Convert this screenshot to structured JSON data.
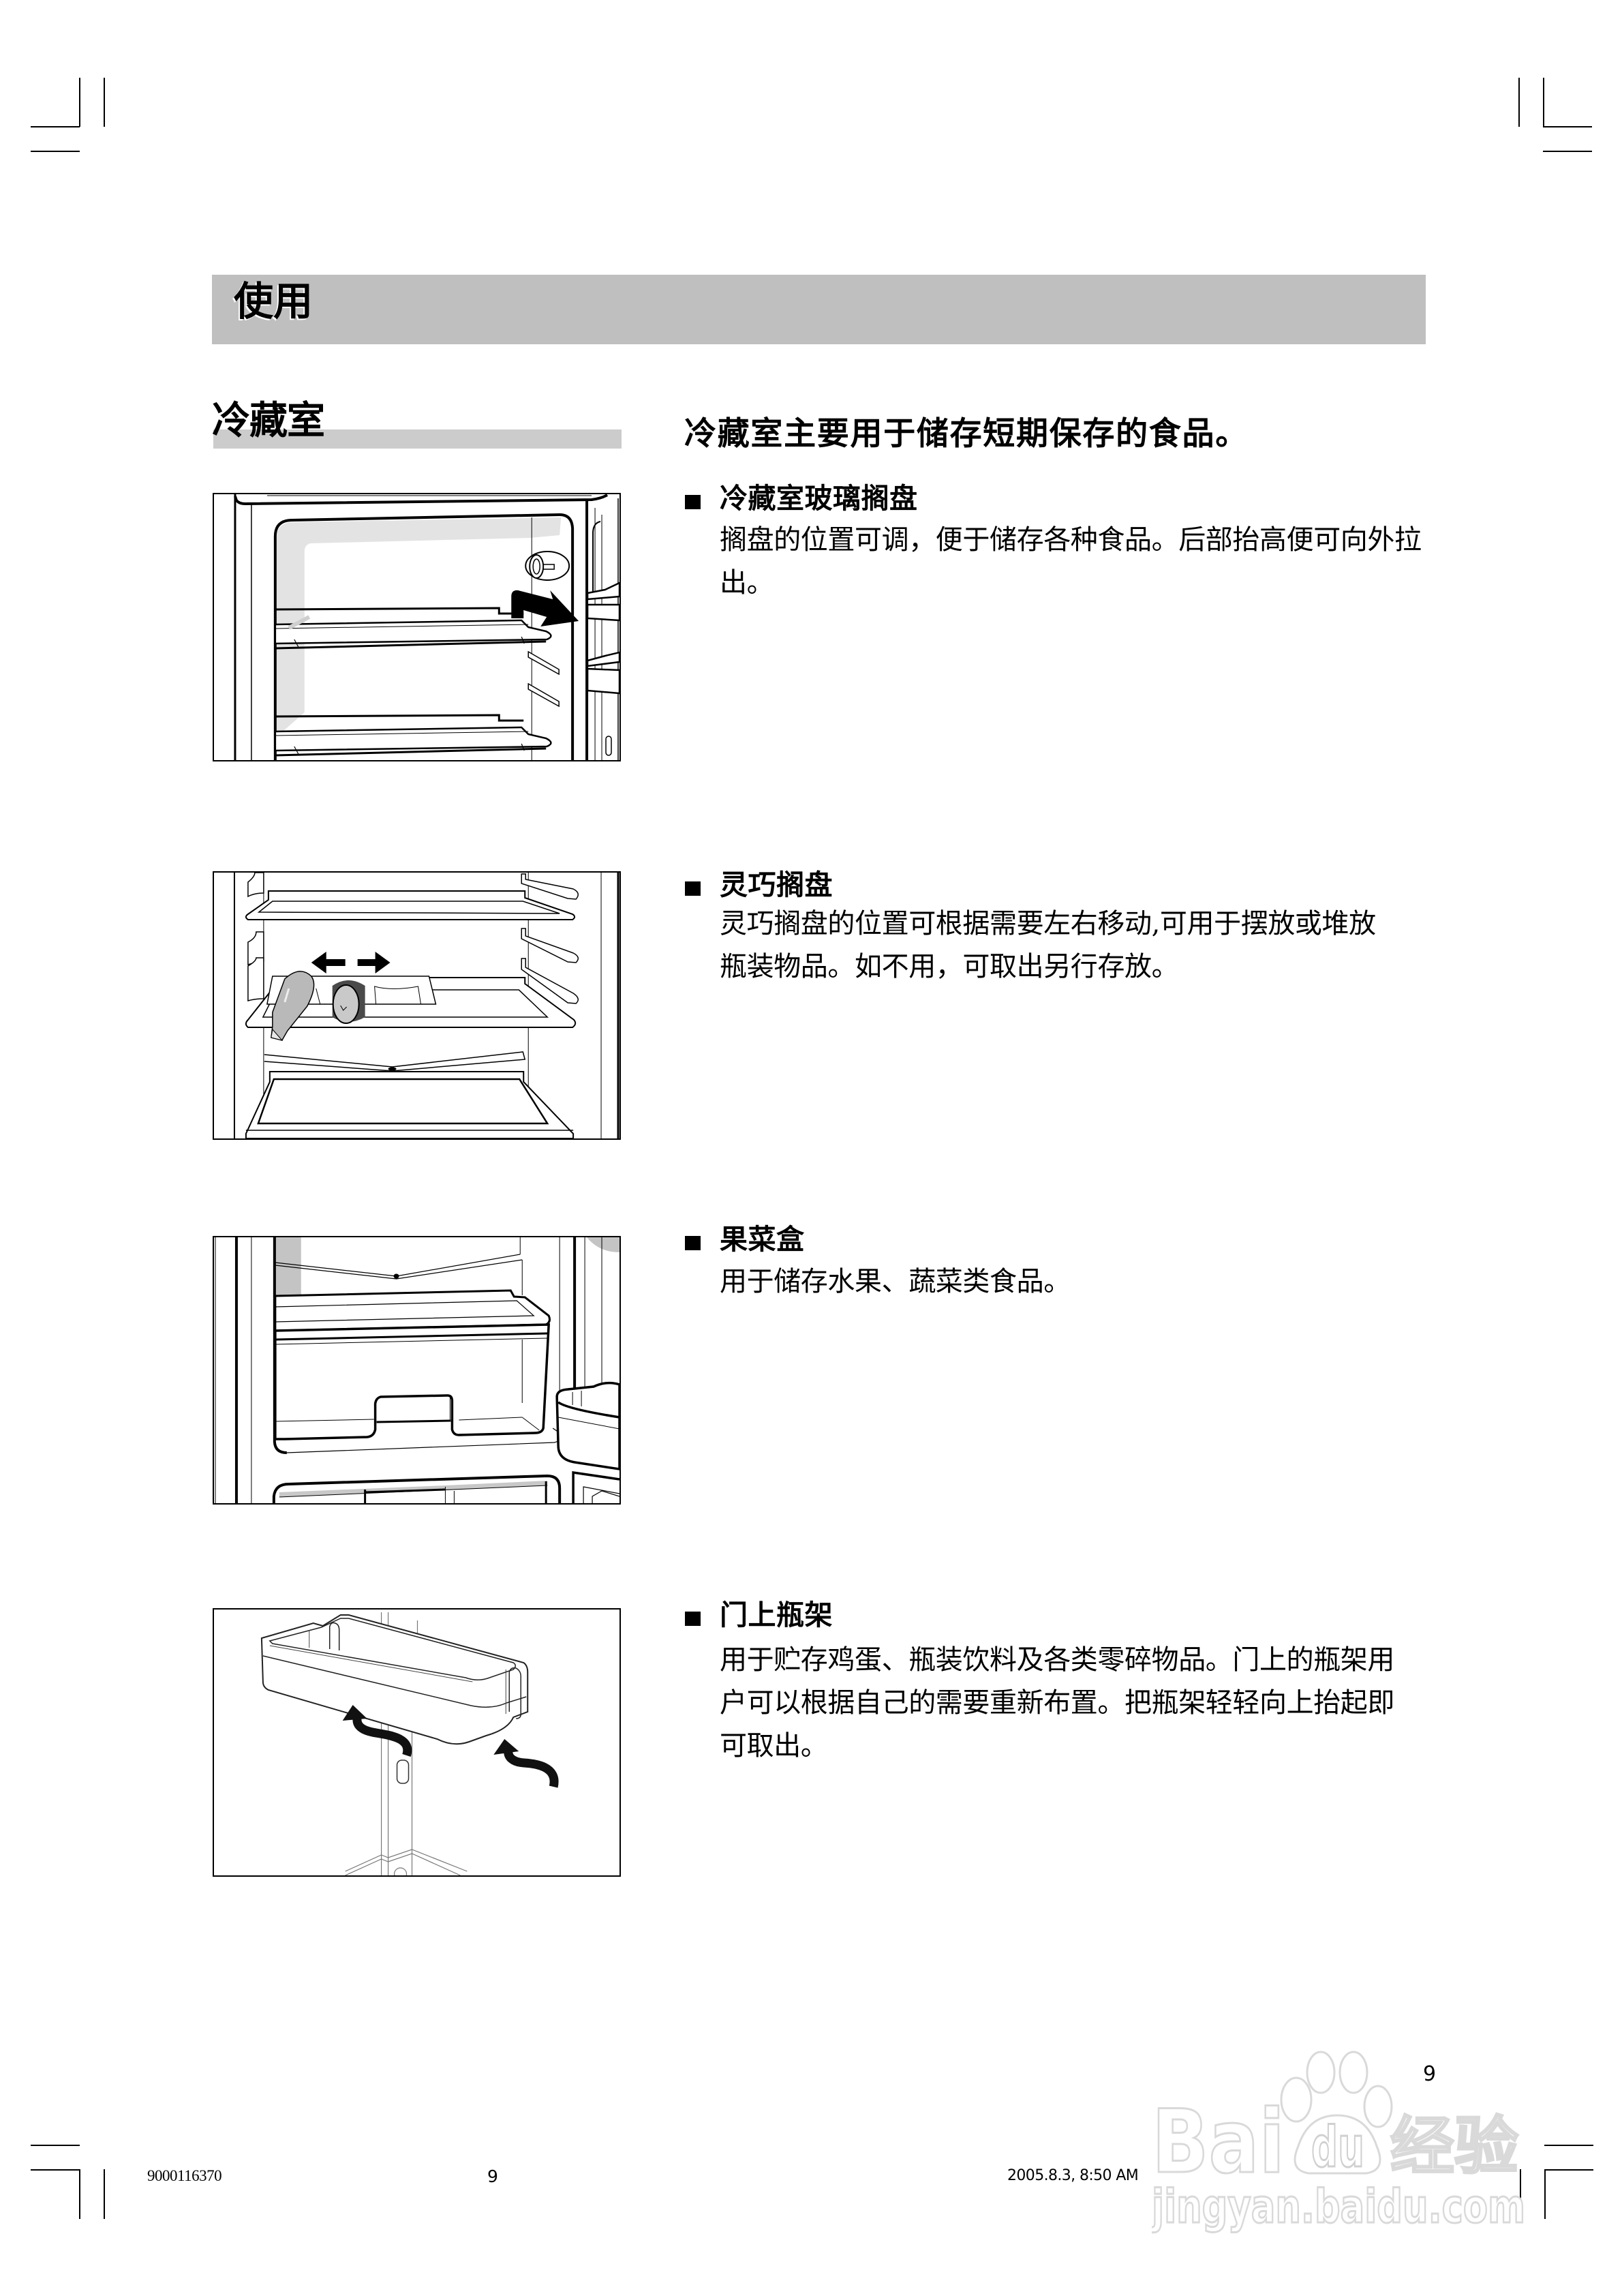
{
  "header": {
    "section_title": "使用"
  },
  "subsection": {
    "title": "冷藏室",
    "intro": "冷藏室主要用于储存短期保存的食品。"
  },
  "items": [
    {
      "bullet_icon": "square-bullet",
      "heading": "冷藏室玻璃搁盘",
      "body_lines": [
        "搁盘的位置可调，便于储存各种食品。后部抬高便可向外拉",
        "出。"
      ],
      "figure_icon": "glass-shelf-pull-out-illustration"
    },
    {
      "bullet_icon": "square-bullet",
      "heading": "灵巧搁盘",
      "body_lines": [
        "灵巧搁盘的位置可根据需要左右移动,可用于摆放或堆放",
        "瓶装物品。如不用，可取出另行存放。"
      ],
      "figure_icon": "sliding-bottle-rack-illustration"
    },
    {
      "bullet_icon": "square-bullet",
      "heading": "果菜盒",
      "body_lines": [
        "用于储存水果、蔬菜类食品。"
      ],
      "figure_icon": "crisper-drawer-illustration"
    },
    {
      "bullet_icon": "square-bullet",
      "heading": "门上瓶架",
      "body_lines": [
        "用于贮存鸡蛋、瓶装饮料及各类零碎物品。门上的瓶架用",
        "户可以根据自己的需要重新布置。把瓶架轻轻向上抬起即",
        "可取出。"
      ],
      "figure_icon": "door-shelf-lift-illustration"
    }
  ],
  "page_number": "9",
  "footer": {
    "doc_id": "9000116370",
    "page": "9",
    "timestamp": "2005.8.3, 8:50 AM"
  },
  "watermark": {
    "logo_left": "Bai",
    "logo_paw": "du",
    "logo_suffix": "经验",
    "url": "jingyan.baidu.com"
  },
  "colors": {
    "header_bar": "#bfbfbf",
    "subsection_bar": "#cccccc",
    "text": "#000000",
    "watermark": "#d9d9d9"
  }
}
